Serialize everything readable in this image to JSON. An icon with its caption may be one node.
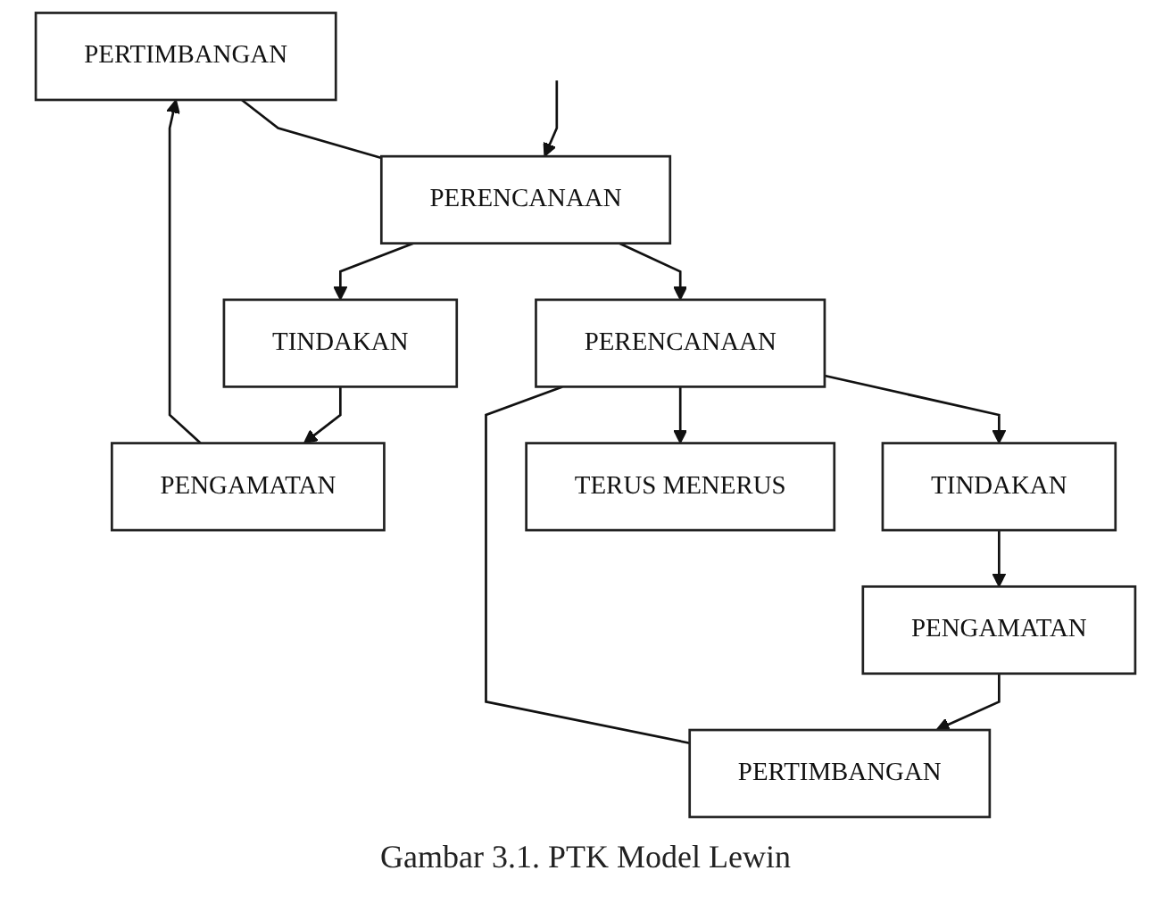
{
  "diagram": {
    "caption": "Gambar 3.1. PTK Model Lewin",
    "nodes": [
      {
        "text": [
          "PERTIMBANGAN"
        ]
      },
      {
        "text": [
          "PENGAMATAN"
        ]
      },
      {
        "text": [
          "PERENCANAAN"
        ]
      },
      {
        "text": [
          "TINDAKAN"
        ]
      },
      {
        "text": [
          "PERTIMBANGAN"
        ]
      },
      {
        "text": [
          "PENGAMATAN"
        ]
      },
      {
        "text": [
          "PERENCANAAN"
        ]
      },
      {
        "text": [
          "TINDAKAN"
        ]
      },
      {
        "text": [
          "TERUS MENERUS"
        ]
      }
    ],
    "edges": [
      {
        "from": null,
        "to": 2,
        "arrow": "to"
      },
      {
        "from": 1,
        "to": 0,
        "arrow": "to"
      },
      {
        "from": 0,
        "to": 2,
        "arrow": "none"
      },
      {
        "from": 2,
        "to": 3,
        "arrow": "to"
      },
      {
        "from": 3,
        "to": 1,
        "arrow": "to"
      },
      {
        "from": 2,
        "to": 6,
        "arrow": "to"
      },
      {
        "from": 5,
        "to": 4,
        "arrow": "to"
      },
      {
        "from": 4,
        "to": 6,
        "arrow": "none"
      },
      {
        "from": 6,
        "to": 7,
        "arrow": "to"
      },
      {
        "from": 7,
        "to": 5,
        "arrow": "to"
      },
      {
        "from": 6,
        "to": 8,
        "arrow": "to"
      }
    ]
  }
}
